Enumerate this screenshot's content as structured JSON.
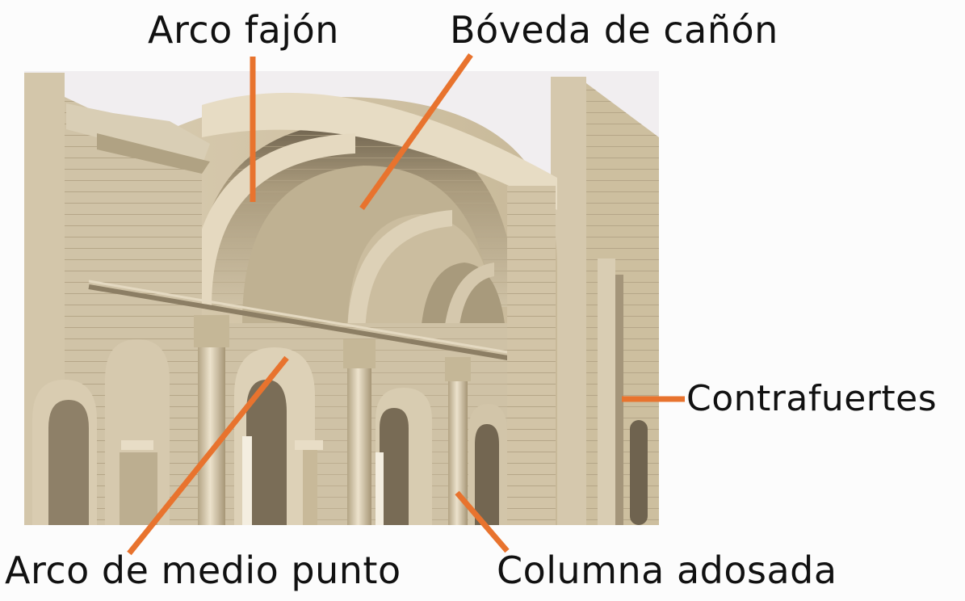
{
  "labels": {
    "arco_fajon": "Arco fajón",
    "boveda_canon": "Bóveda de cañón",
    "contrafuertes": "Contrafuertes",
    "arco_medio_punto": "Arco de medio punto",
    "columna_adosada": "Columna adosada"
  },
  "colors": {
    "leader": "#e8732e",
    "stone_light": "#e2d6bd",
    "stone_mid": "#cbbd9f",
    "stone_dark": "#9c8d70",
    "shadow": "#5e5240",
    "sky": "#f4f0f2"
  }
}
